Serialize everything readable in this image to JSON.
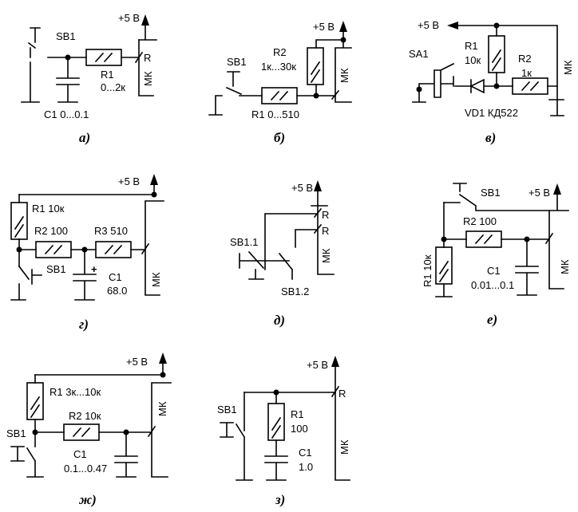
{
  "panels": {
    "a": {
      "caption": "а)",
      "sb": "SB1",
      "r1": "R1",
      "r1v": "0...2к",
      "c1": "C1 0...0.1",
      "vcc": "+5 В",
      "pin": "R",
      "mk": "МК"
    },
    "b": {
      "caption": "б)",
      "sb": "SB1",
      "r2": "R2",
      "r2v": "1к...30к",
      "r1": "R1 0...510",
      "vcc": "+5 В",
      "mk": "МК"
    },
    "v": {
      "caption": "в)",
      "vcc": "+5 В",
      "sa": "SA1",
      "r1": "R1",
      "r1v": "10к",
      "r2": "R2",
      "r2v": "1к",
      "vd": "VD1 КД522",
      "mk": "МК"
    },
    "g": {
      "caption": "г)",
      "vcc": "+5 В",
      "r1": "R1 10к",
      "r2": "R2 100",
      "r3": "R3 510",
      "sb": "SB1",
      "c1": "C1",
      "c1v": "68.0",
      "plus": "+",
      "mk": "МК"
    },
    "d": {
      "caption": "д)",
      "vcc": "+5 В",
      "p1": "R",
      "p2": "R",
      "sb11": "SB1.1",
      "sb12": "SB1.2",
      "mk": "МК"
    },
    "e": {
      "caption": "е)",
      "sb": "SB1",
      "vcc": "+5 В",
      "r2": "R2 100",
      "r1": "R1 10к",
      "c1": "C1",
      "c1v": "0.01...0.1",
      "mk": "МК"
    },
    "zh": {
      "caption": "ж)",
      "vcc": "+5 В",
      "r1": "R1 3к...10к",
      "r2": "R2 10к",
      "sb": "SB1",
      "c1": "C1",
      "c1v": "0.1...0.47",
      "mk": "МК"
    },
    "z": {
      "caption": "з)",
      "vcc": "+5 В",
      "pin": "R",
      "sb": "SB1",
      "r1": "R1",
      "r1v": "100",
      "c1": "C1",
      "c1v": "1.0",
      "mk": "МК"
    }
  }
}
